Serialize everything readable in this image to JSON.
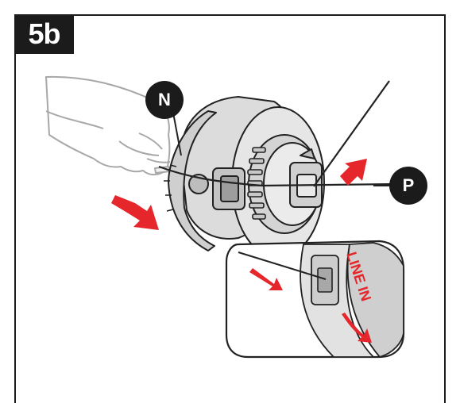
{
  "step": {
    "label": "5b"
  },
  "callouts": {
    "n": "N",
    "p": "P"
  },
  "spool_text": "LINE IN",
  "colors": {
    "accent_red": "#e5262b",
    "ink": "#1b1b1b",
    "spool_gray": "#d9d9d9",
    "hand_gray": "#bfbfbf"
  }
}
